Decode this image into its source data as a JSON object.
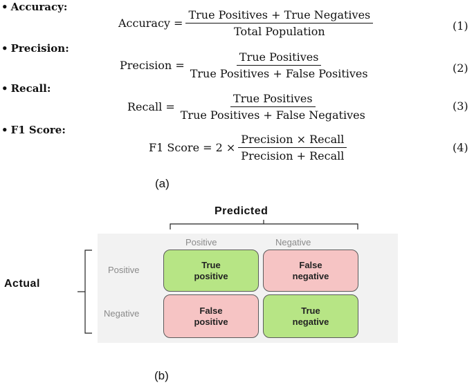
{
  "metrics": [
    {
      "label": "Accuracy:",
      "lhs": "Accuracy =",
      "numerator": "True Positives + True Negatives",
      "denominator": "Total Population",
      "eq_number": "(1)"
    },
    {
      "label": "Precision:",
      "lhs": "Precision =",
      "numerator": "True Positives",
      "denominator": "True Positives + False Positives",
      "eq_number": "(2)"
    },
    {
      "label": "Recall:",
      "lhs": "Recall =",
      "numerator": "True Positives",
      "denominator": "True Positives + False Negatives",
      "eq_number": "(3)"
    },
    {
      "label": "F1 Score:",
      "lhs": "F1 Score = 2 ×",
      "numerator": "Precision × Recall",
      "denominator": "Precision + Recall",
      "eq_number": "(4)"
    }
  ],
  "subfig_a": "(a)",
  "subfig_b": "(b)",
  "confusion_matrix": {
    "predicted_title": "Predicted",
    "actual_title": "Actual",
    "col_headers": [
      "Positive",
      "Negative"
    ],
    "row_headers": [
      "Positive",
      "Negative"
    ],
    "cells": [
      [
        "True\npositive",
        "False\nnegative"
      ],
      [
        "False\npositive",
        "True\nnegative"
      ]
    ],
    "colors": {
      "correct": "#b7e585",
      "incorrect": "#f6c4c4",
      "panel": "#f2f2f2"
    }
  }
}
